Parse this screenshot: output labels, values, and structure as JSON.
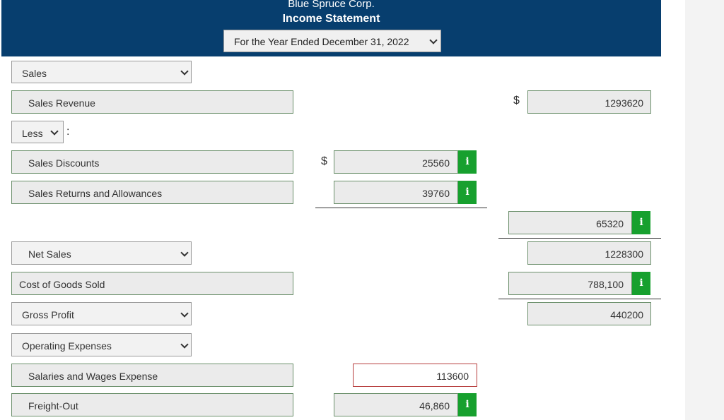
{
  "header": {
    "company": "Blue Spruce Corp.",
    "statement": "Income Statement",
    "period": "For the Year Ended December 31, 2022"
  },
  "rows": {
    "sales_select": "Sales",
    "sales_revenue_label": "Sales Revenue",
    "sales_revenue_dollar": "$",
    "sales_revenue_value": "1293620",
    "less_select": "Less",
    "less_colon": ":",
    "sales_discounts_label": "Sales Discounts",
    "sales_discounts_dollar": "$",
    "sales_discounts_value": "25560",
    "returns_label": "Sales Returns and Allowances",
    "returns_value": "39760",
    "total_deductions_value": "65320",
    "net_sales_select": "Net Sales",
    "net_sales_value": "1228300",
    "cogs_label": "Cost of Goods Sold",
    "cogs_value": "788,100",
    "gross_profit_select": "Gross Profit",
    "gross_profit_value": "440200",
    "operating_expenses_select": "Operating Expenses",
    "salaries_label": "Salaries and Wages Expense",
    "salaries_value": "113600",
    "freight_label": "Freight-Out",
    "freight_value": "46,860"
  },
  "info_icon": "i",
  "colors": {
    "header_bg": "#073e6e",
    "info_green": "#17a02e",
    "error_border": "#b63c3c"
  }
}
